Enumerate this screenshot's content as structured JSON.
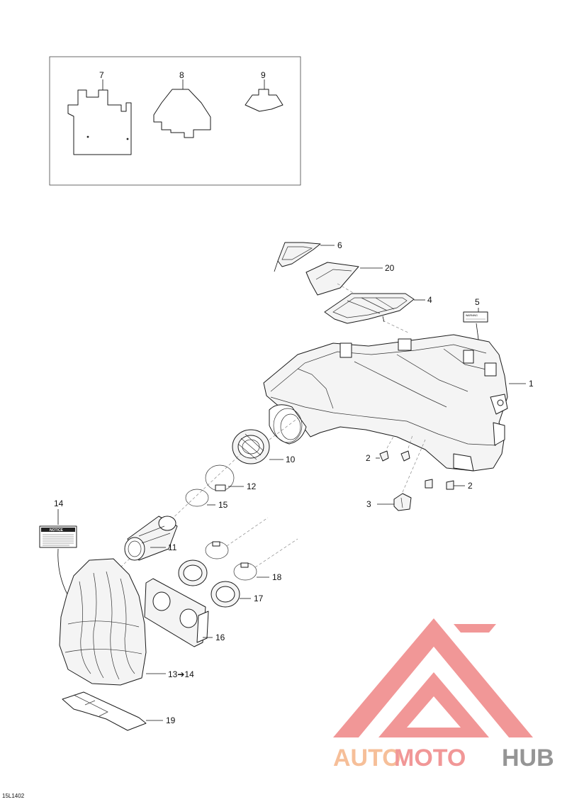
{
  "callouts": {
    "c1": "1",
    "c2a": "2",
    "c2b": "2",
    "c3": "3",
    "c4": "4",
    "c5": "5",
    "c6": "6",
    "c7": "7",
    "c8": "8",
    "c9": "9",
    "c10": "10",
    "c11": "11",
    "c12": "12",
    "c13": "13➔14",
    "c14": "14",
    "c15": "15",
    "c16": "16",
    "c17": "17",
    "c18": "18",
    "c19": "19",
    "c20": "20"
  },
  "labels": {
    "notice_title": "NOTICE",
    "warning_title": "WARNING"
  },
  "watermark": {
    "part1": "AUTO",
    "part2": "MOTO",
    "part3": "HUB",
    "color_orange": "#f6b98e",
    "color_red": "#f08c8c",
    "color_gray": "#8a8a8a"
  },
  "drawing_id": "15L1402"
}
